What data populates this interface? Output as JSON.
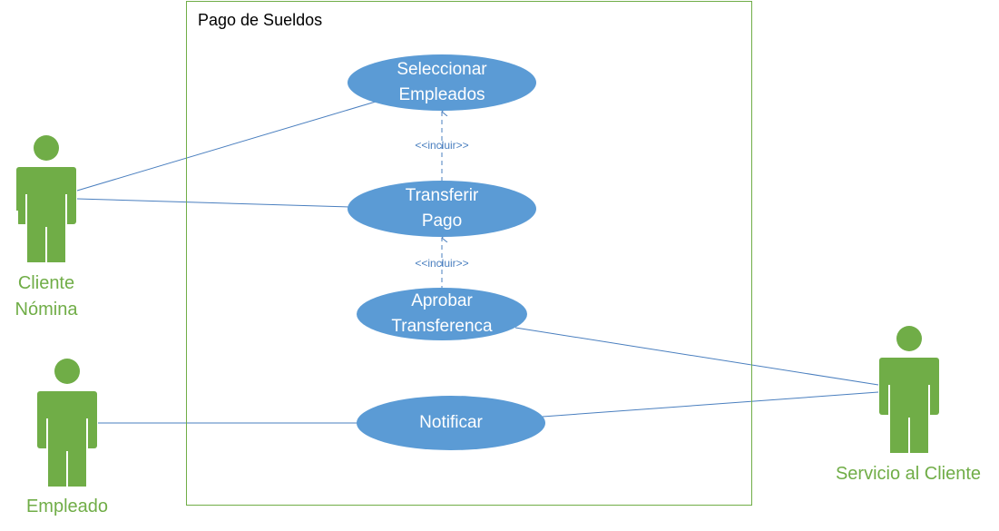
{
  "system": {
    "title": "Pago de Sueldos"
  },
  "actors": [
    {
      "id": "cliente-nomina",
      "label": "Cliente\nNómina"
    },
    {
      "id": "empleado",
      "label": "Empleado"
    },
    {
      "id": "servicio-al-cliente",
      "label": "Servicio al Cliente"
    }
  ],
  "use_cases": [
    {
      "id": "seleccionar-empleados",
      "label": "Seleccionar\nEmpleados"
    },
    {
      "id": "transferir-pago",
      "label": "Transferir\nPago"
    },
    {
      "id": "aprobar-transferenca",
      "label": "Aprobar\nTransferenca"
    },
    {
      "id": "notificar",
      "label": "Notificar"
    }
  ],
  "relations": [
    {
      "type": "include",
      "from": "transferir-pago",
      "to": "seleccionar-empleados",
      "label": "<<incluir>>"
    },
    {
      "type": "include",
      "from": "aprobar-transferenca",
      "to": "transferir-pago",
      "label": "<<incluir>>"
    },
    {
      "type": "association",
      "from": "cliente-nomina",
      "to": "seleccionar-empleados"
    },
    {
      "type": "association",
      "from": "cliente-nomina",
      "to": "transferir-pago"
    },
    {
      "type": "association",
      "from": "empleado",
      "to": "notificar"
    },
    {
      "type": "association",
      "from": "servicio-al-cliente",
      "to": "aprobar-transferenca"
    },
    {
      "type": "association",
      "from": "servicio-al-cliente",
      "to": "notificar"
    }
  ],
  "colors": {
    "actor": "#70ad47",
    "use_case": "#5b9bd5",
    "line": "#4a7fbf",
    "boundary": "#70ad47"
  }
}
